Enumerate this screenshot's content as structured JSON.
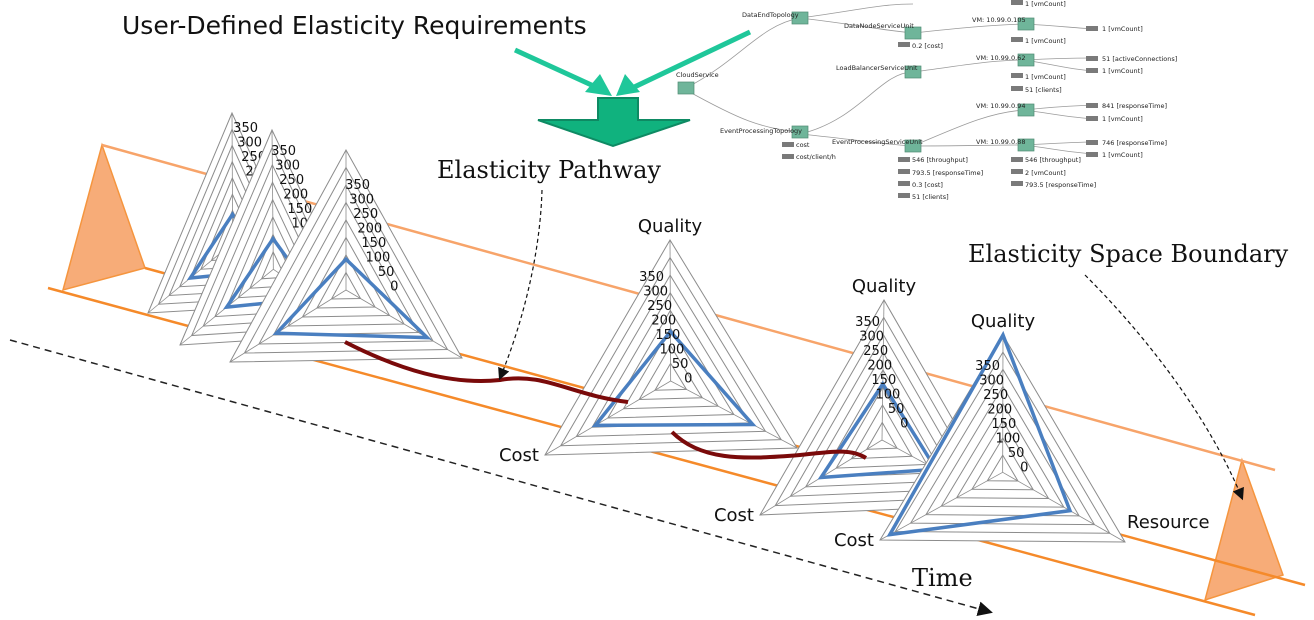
{
  "header": {
    "title": "User-Defined Elasticity Requirements"
  },
  "labels": {
    "pathway": "Elasticity Pathway",
    "boundary": "Elasticity Space Boundary",
    "time": "Time"
  },
  "radar": {
    "ticks": [
      "350",
      "300",
      "250",
      "200",
      "150",
      "100",
      "50",
      "0"
    ],
    "axes": {
      "quality": "Quality",
      "cost": "Cost",
      "resource": "Resource"
    }
  },
  "tree": {
    "root": "CloudService",
    "topologies": [
      "DataEndTopology",
      "EventProcessingTopology"
    ],
    "units": [
      "DataNodeServiceUnit",
      "LoadBalancerServiceUnit",
      "EventProcessingServiceUnit"
    ],
    "vms": [
      "VM: 10.99.0.105",
      "VM: 10.99.0.62",
      "VM: 10.99.0.94",
      "VM: 10.99.0.88"
    ],
    "metrics": {
      "top_vmcount": "1 [vmCount]",
      "vm105_vmcount": "1 [vmCount]",
      "vm105_sub": "1 [vmCount]",
      "dn_cost": "0.2 [cost]",
      "vm62_conn": "51 [activeConnections]",
      "vm62_vmcount": "1 [vmCount]",
      "lb_vmcount": "1 [vmCount]",
      "lb_clients": "51 [clients]",
      "vm94_rt": "841 [responseTime]",
      "vm94_vmcount": "1 [vmCount]",
      "vm88_rt": "746 [responseTime]",
      "vm88_vmcount": "1 [vmCount]",
      "ep_cost": "cost",
      "ep_costclient": "cost/client/h",
      "epu_throughput": "546 [throughput]",
      "epu_rt": "793.5 [responseTime]",
      "epu_cost": "0.3 [cost]",
      "epu_clients": "51 [clients]",
      "vm88_throughput": "546 [throughput]",
      "vm88_vmcount2": "2 [vmCount]",
      "vm88_rt2": "793.5 [responseTime]"
    }
  },
  "colors": {
    "arrow": "#1fc79a",
    "arrow_dark": "#0e8a63",
    "boundary_line": "#f58a2a",
    "boundary_fill": "#f7a46a",
    "radar_line": "#4a7fc0",
    "radar_grid": "#8c8c8c",
    "pathway": "#7a0a0a",
    "node": "#6fb59a"
  }
}
